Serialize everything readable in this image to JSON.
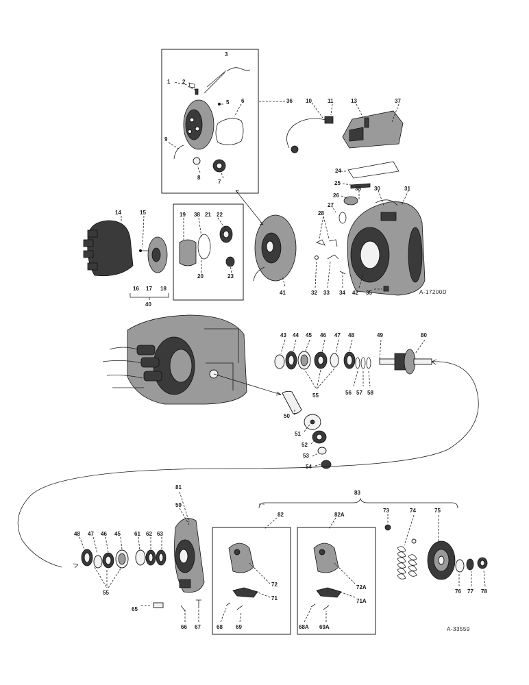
{
  "figure": {
    "top_reference": "A-17200D",
    "bottom_reference": "A-33559"
  },
  "callouts": {
    "c1": "1",
    "c2": "2",
    "c3": "3",
    "c5": "5",
    "c6": "6",
    "c7": "7",
    "c8": "8",
    "c9": "9",
    "c10": "10",
    "c11": "11",
    "c13": "13",
    "c14": "14",
    "c15": "15",
    "c16": "16",
    "c17": "17",
    "c18": "18",
    "c19": "19",
    "c20": "20",
    "c21": "21",
    "c22": "22",
    "c23": "23",
    "c24": "24",
    "c25": "25",
    "c26": "26",
    "c27": "27",
    "c28": "28",
    "c30": "30",
    "c31": "31",
    "c32": "32",
    "c33": "33",
    "c34": "34",
    "c35": "35",
    "c36": "36",
    "c37": "37",
    "c38a": "38",
    "c38b": "38",
    "c40": "40",
    "c41": "41",
    "c42": "42",
    "c43": "43",
    "c44": "44",
    "c45": "45",
    "c46": "46",
    "c47": "47",
    "c48": "48",
    "c49": "49",
    "c50": "50",
    "c51": "51",
    "c52": "52",
    "c53": "53",
    "c54": "54",
    "c55": "55",
    "c56": "56",
    "c57": "57",
    "c58": "58",
    "c59": "59",
    "c80": "80",
    "c81": "81",
    "c82": "82",
    "c82a": "82A",
    "c83": "83",
    "c48b": "48",
    "c47b": "47",
    "c46b": "46",
    "c45b": "45",
    "c61": "61",
    "c62": "62",
    "c63": "63",
    "c55b": "55",
    "c65": "65",
    "c66": "66",
    "c67": "67",
    "c68": "68",
    "c69": "69",
    "c71": "71",
    "c72": "72",
    "c68a": "68A",
    "c69a": "69A",
    "c71a": "71A",
    "c72a": "72A",
    "c73": "73",
    "c74": "74",
    "c75": "75",
    "c76": "76",
    "c77": "77",
    "c78": "78"
  }
}
